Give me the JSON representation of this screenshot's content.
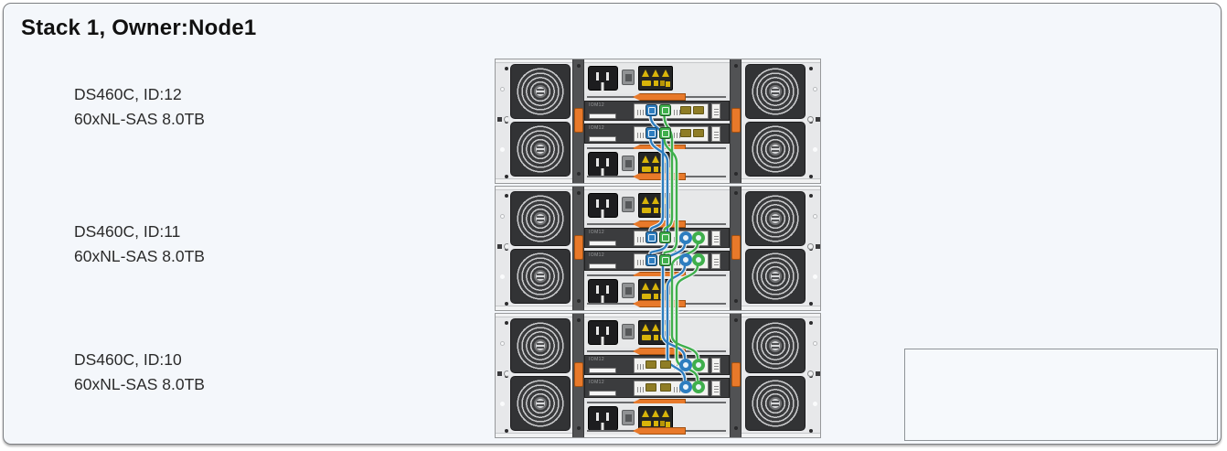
{
  "panel": {
    "title": "Stack 1, Owner:Node1"
  },
  "shelves": [
    {
      "label": "DS460C, ID:12",
      "drives": "60xNL-SAS 8.0TB",
      "iom_model": "IOM12",
      "ports": {
        "square": "connected",
        "round": "unused"
      }
    },
    {
      "label": "DS460C, ID:11",
      "drives": "60xNL-SAS 8.0TB",
      "iom_model": "IOM12",
      "ports": {
        "square": "connected",
        "round": "connected"
      }
    },
    {
      "label": "DS460C, ID:10",
      "drives": "60xNL-SAS 8.0TB",
      "iom_model": "IOM12",
      "ports": {
        "square": "unused",
        "round": "connected"
      }
    }
  ],
  "cabling": {
    "colors": {
      "blue": "#2d7dbf",
      "green": "#3faf4c"
    },
    "links": [
      {
        "from": "DS460C ID:12",
        "to": "DS460C ID:11",
        "cables": [
          "blue",
          "blue",
          "green",
          "green"
        ]
      },
      {
        "from": "DS460C ID:11",
        "to": "DS460C ID:10",
        "cables": [
          "blue",
          "blue",
          "green",
          "green"
        ]
      }
    ]
  },
  "hardware_colors": {
    "handle_orange": "#e8792a",
    "unused_port_olive": "#8f7d26",
    "warning_yellow": "#d8b40a"
  },
  "legend_box": {
    "content": ""
  }
}
